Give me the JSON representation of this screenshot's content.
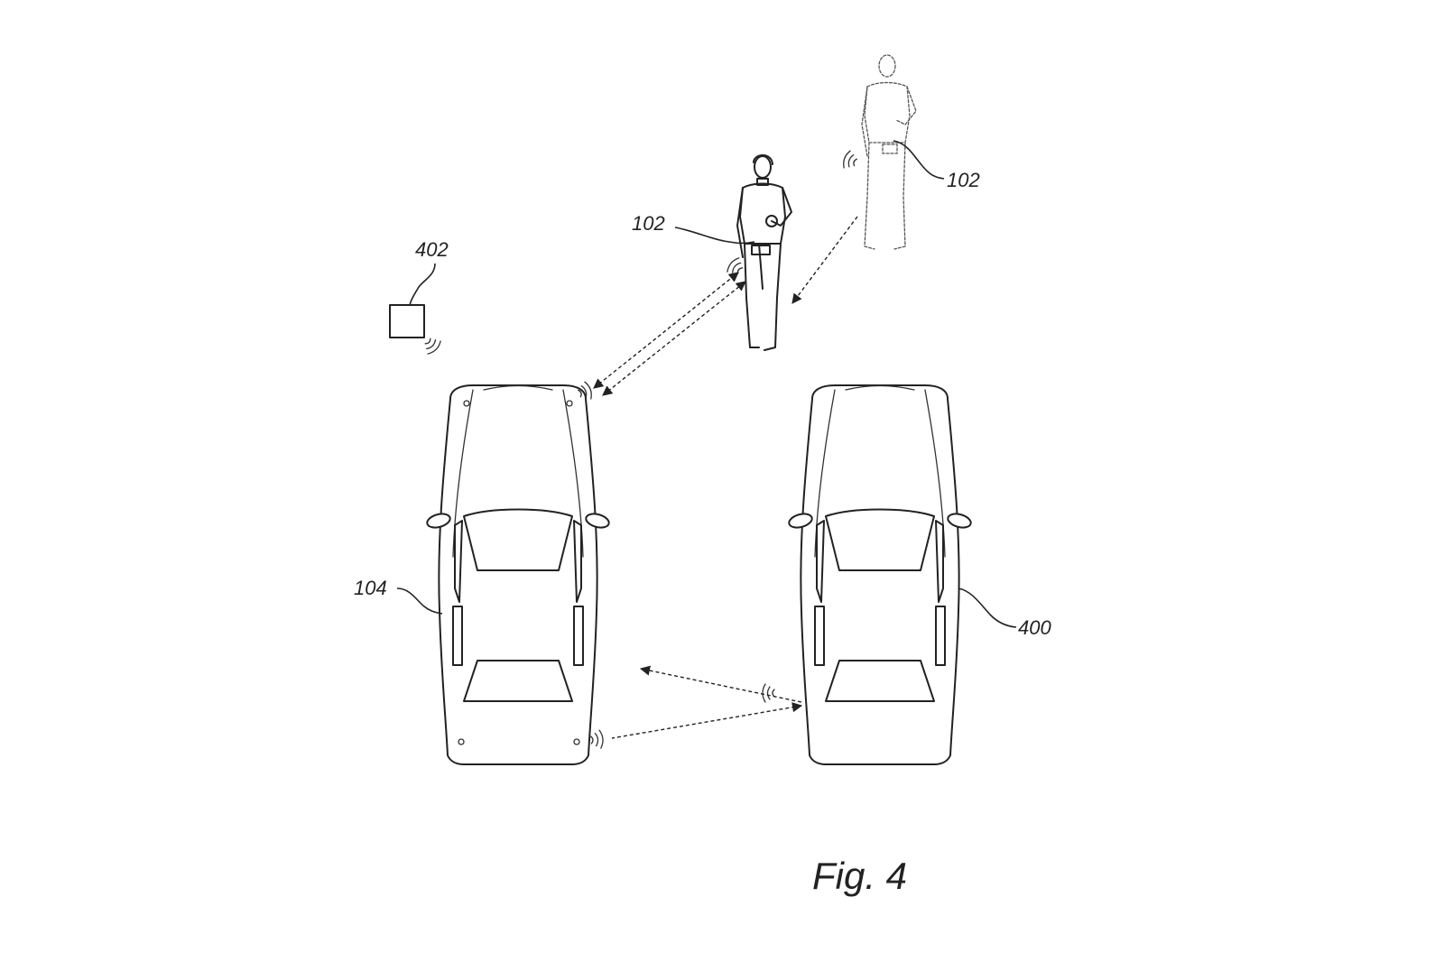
{
  "labels": {
    "person_near": "102",
    "person_far": "102",
    "beacon": "402",
    "vehicle_left": "104",
    "vehicle_right": "400"
  },
  "caption": "Fig. 4",
  "colors": {
    "background": "#ffffff",
    "ink": "#222222"
  }
}
